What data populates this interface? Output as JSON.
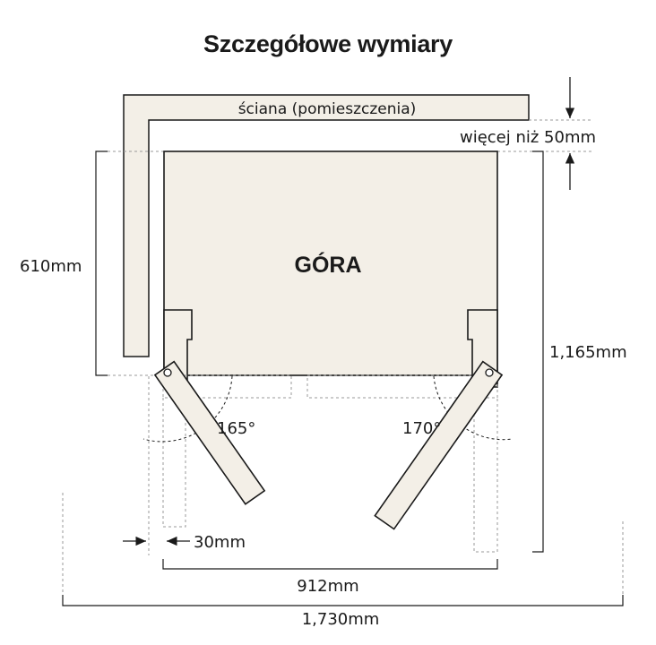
{
  "title": "Szczegółowe wymiary",
  "labels": {
    "wall": "ściana (pomieszczenia)",
    "wall_gap": "więcej niż 50mm",
    "top": "GÓRA",
    "depth": "610mm",
    "depth_door_open": "1,165mm",
    "angle_left": "165°",
    "angle_right": "170°",
    "side_gap": "30mm",
    "width": "912mm",
    "width_doors_open": "1,730mm"
  },
  "colors": {
    "fridge_fill": "#f3efe7",
    "outline": "#1a1a1a",
    "dashed": "#9a9a9a"
  }
}
